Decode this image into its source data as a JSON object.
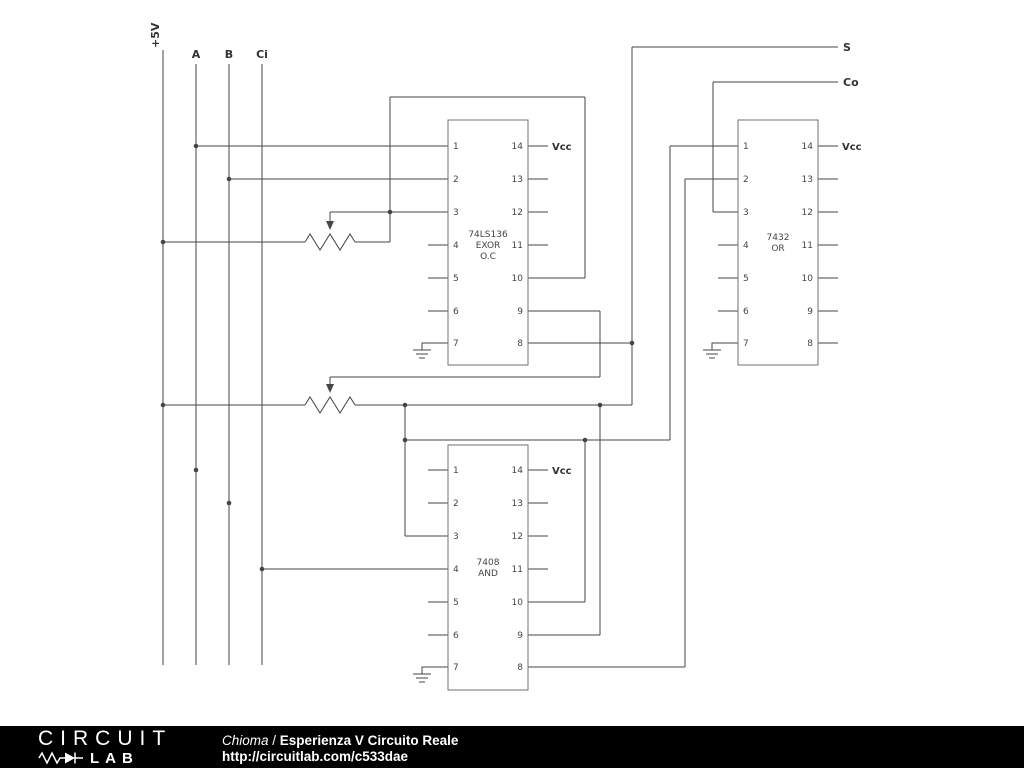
{
  "schematic": {
    "power_label": "+5V",
    "inputs": [
      {
        "label": "A"
      },
      {
        "label": "B"
      },
      {
        "label": "Ci"
      }
    ],
    "outputs": [
      {
        "label": "S"
      },
      {
        "label": "Co"
      }
    ],
    "vcc_label": "Vcc",
    "chips": [
      {
        "name": "74LS136",
        "function": "EXOR",
        "note": "O.C",
        "left_pins": [
          "1",
          "2",
          "3",
          "4",
          "5",
          "6",
          "7"
        ],
        "right_pins": [
          "14",
          "13",
          "12",
          "11",
          "10",
          "9",
          "8"
        ]
      },
      {
        "name": "7432",
        "function": "OR",
        "left_pins": [
          "1",
          "2",
          "3",
          "4",
          "5",
          "6",
          "7"
        ],
        "right_pins": [
          "14",
          "13",
          "12",
          "11",
          "10",
          "9",
          "8"
        ]
      },
      {
        "name": "7408",
        "function": "AND",
        "left_pins": [
          "1",
          "2",
          "3",
          "4",
          "5",
          "6",
          "7"
        ],
        "right_pins": [
          "14",
          "13",
          "12",
          "11",
          "10",
          "9",
          "8"
        ]
      }
    ],
    "colors": {
      "wire": "#454545",
      "component": "#707070",
      "text": "#333333",
      "background": "#ffffff"
    }
  },
  "footer": {
    "brand_top": "CIRCUIT",
    "brand_bottom": "LAB",
    "author": "Chioma",
    "separator": " / ",
    "title": "Esperienza V Circuito Reale",
    "url": "http://circuitlab.com/c533dae",
    "colors": {
      "background": "#000000",
      "text": "#ffffff"
    }
  }
}
